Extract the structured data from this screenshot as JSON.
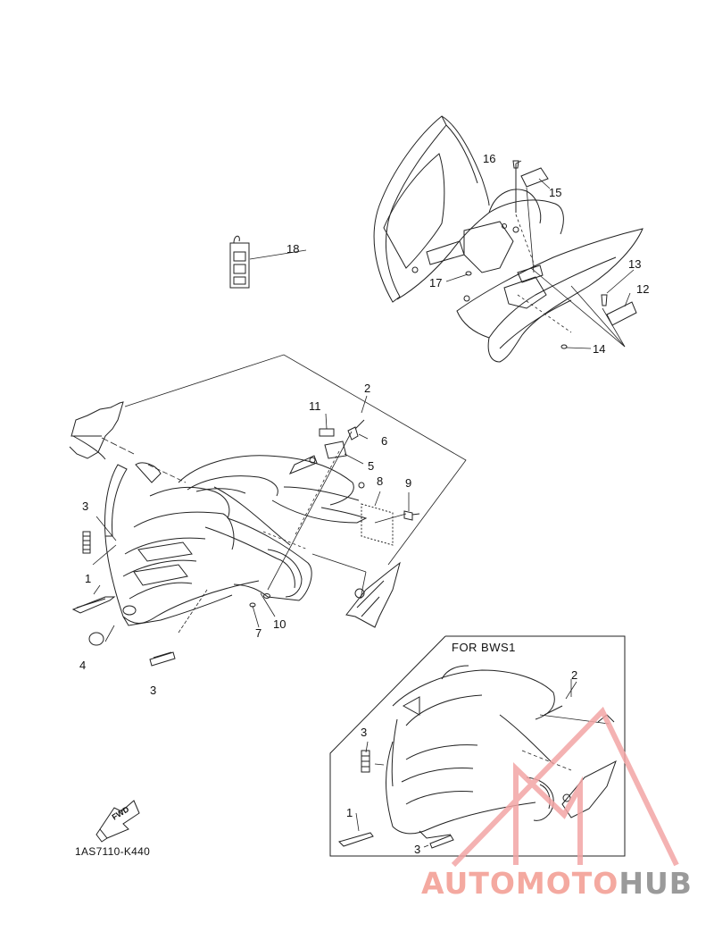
{
  "diagram": {
    "callouts": [
      {
        "id": "c1a",
        "text": "1"
      },
      {
        "id": "c2a",
        "text": "2"
      },
      {
        "id": "c3a",
        "text": "3"
      },
      {
        "id": "c3b",
        "text": "3"
      },
      {
        "id": "c4",
        "text": "4"
      },
      {
        "id": "c5",
        "text": "5"
      },
      {
        "id": "c6",
        "text": "6"
      },
      {
        "id": "c7",
        "text": "7"
      },
      {
        "id": "c8",
        "text": "8"
      },
      {
        "id": "c9",
        "text": "9"
      },
      {
        "id": "c10",
        "text": "10"
      },
      {
        "id": "c11",
        "text": "11"
      },
      {
        "id": "c12",
        "text": "12"
      },
      {
        "id": "c13",
        "text": "13"
      },
      {
        "id": "c14",
        "text": "14"
      },
      {
        "id": "c15",
        "text": "15"
      },
      {
        "id": "c16",
        "text": "16"
      },
      {
        "id": "c17",
        "text": "17"
      },
      {
        "id": "c18",
        "text": "18"
      },
      {
        "id": "c1b",
        "text": "1"
      },
      {
        "id": "c2b",
        "text": "2"
      },
      {
        "id": "c3c",
        "text": "3"
      },
      {
        "id": "c3d",
        "text": "3"
      }
    ],
    "variant_box_title": "FOR BWS1",
    "fwd_label": "FWD",
    "diagram_code": "1AS7110-K440"
  },
  "watermark": {
    "part1": "AUTOMOTO",
    "part2": "HUB",
    "color_primary": "#f4a9a0",
    "color_secondary": "#f8c9a8",
    "color_hub": "#9a9a9a",
    "logo_color": "#f3a5a5"
  }
}
